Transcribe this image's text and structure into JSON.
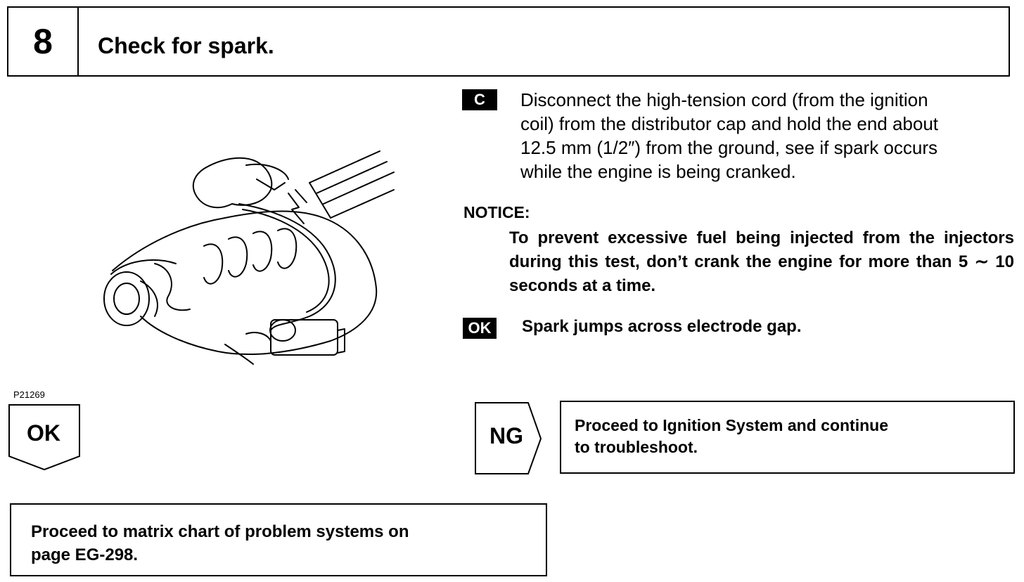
{
  "header": {
    "step_number": "8",
    "title": "Check for spark."
  },
  "figure": {
    "code": "P21269",
    "icon": "engine-ignition-illustration"
  },
  "steps": {
    "c_tag": "C",
    "instruction_lines": [
      "Disconnect the high-tension cord (from the ignition",
      "coil) from the distributor cap and hold the end about",
      "12.5 mm (1/2″) from the ground, see if spark occurs",
      "while the engine is being cranked."
    ],
    "notice_label": "NOTICE:",
    "notice_text": "To prevent excessive fuel being injected from the injectors during this test, don’t crank the engine for more than 5 ∼ 10 seconds at a time.",
    "ok_tag": "OK",
    "ok_result": "Spark jumps across electrode gap."
  },
  "flow": {
    "ok_label": "OK",
    "ng_label": "NG",
    "ng_action_lines": [
      "Proceed to Ignition System and continue",
      "to troubleshoot."
    ],
    "ok_action_lines": [
      "Proceed to matrix chart of problem systems on",
      "page EG-298."
    ]
  }
}
